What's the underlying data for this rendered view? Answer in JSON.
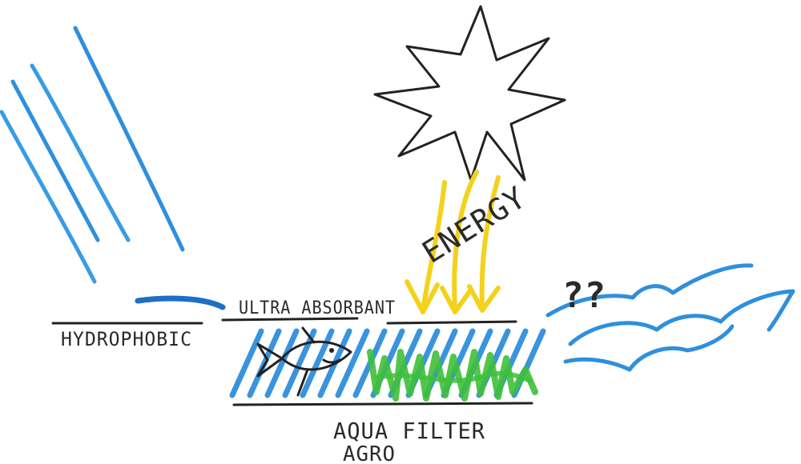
{
  "labels": {
    "hydrophobic": "HYDROPHOBIC",
    "ultra_absorbant": "ULTRA ABSORBANT",
    "energy": "ENERGY",
    "aqua_filter": "AQUA FILTER",
    "agro": "AGRO",
    "question": "??"
  },
  "colors": {
    "water_blue": "#2f8fdc",
    "water_dark": "#1f6fc4",
    "energy_yellow": "#f2d21b",
    "plant_green": "#3fbf3a",
    "ink": "#222222"
  },
  "icons": [
    "sun-icon",
    "fish-icon",
    "plant-icon",
    "rain-streak-icon",
    "wave-icon"
  ]
}
